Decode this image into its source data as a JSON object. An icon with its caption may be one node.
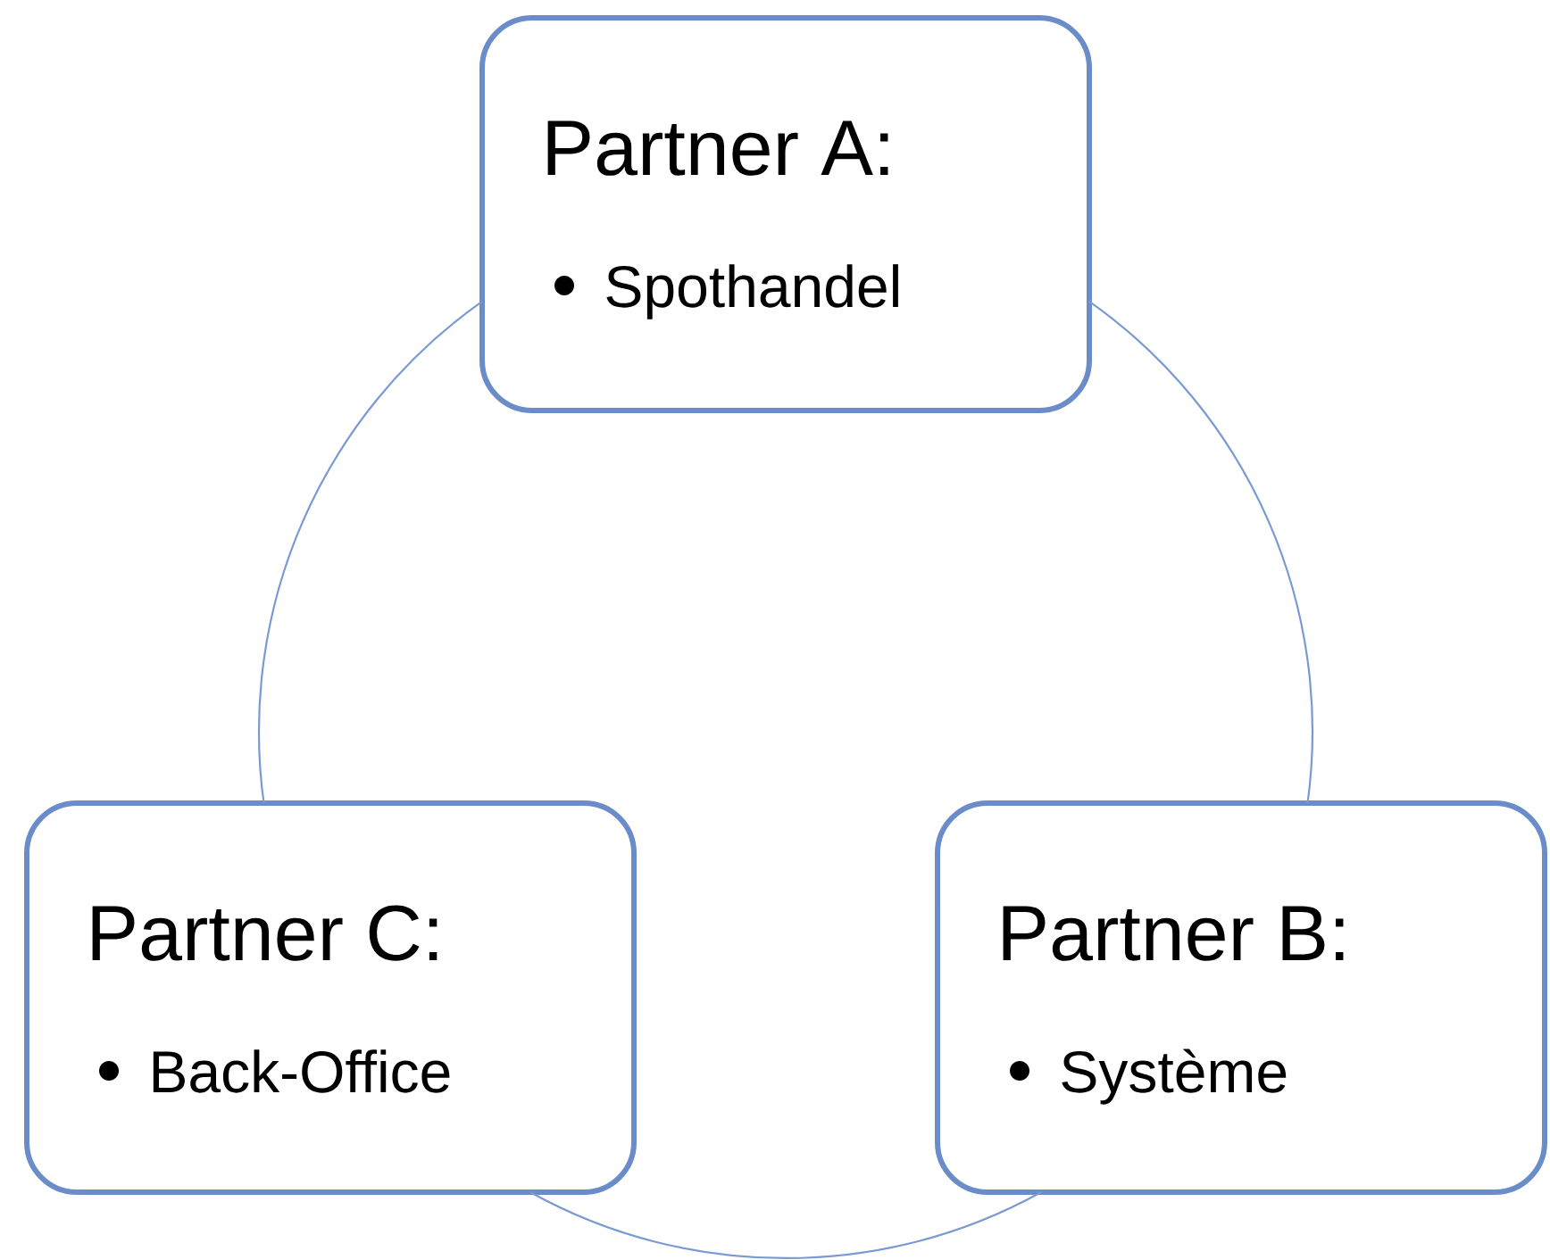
{
  "diagram": {
    "nodes": [
      {
        "text": [
          "Partner A:",
          "Spothandel"
        ]
      },
      {
        "text": [
          "Partner B:",
          "Système"
        ]
      },
      {
        "text": [
          "Partner C:",
          "Back-Office"
        ]
      }
    ],
    "edges": [
      {
        "from": 0,
        "to": 1,
        "arrow": "none"
      },
      {
        "from": 1,
        "to": 2,
        "arrow": "none"
      },
      {
        "from": 2,
        "to": 0,
        "arrow": "none"
      }
    ]
  }
}
